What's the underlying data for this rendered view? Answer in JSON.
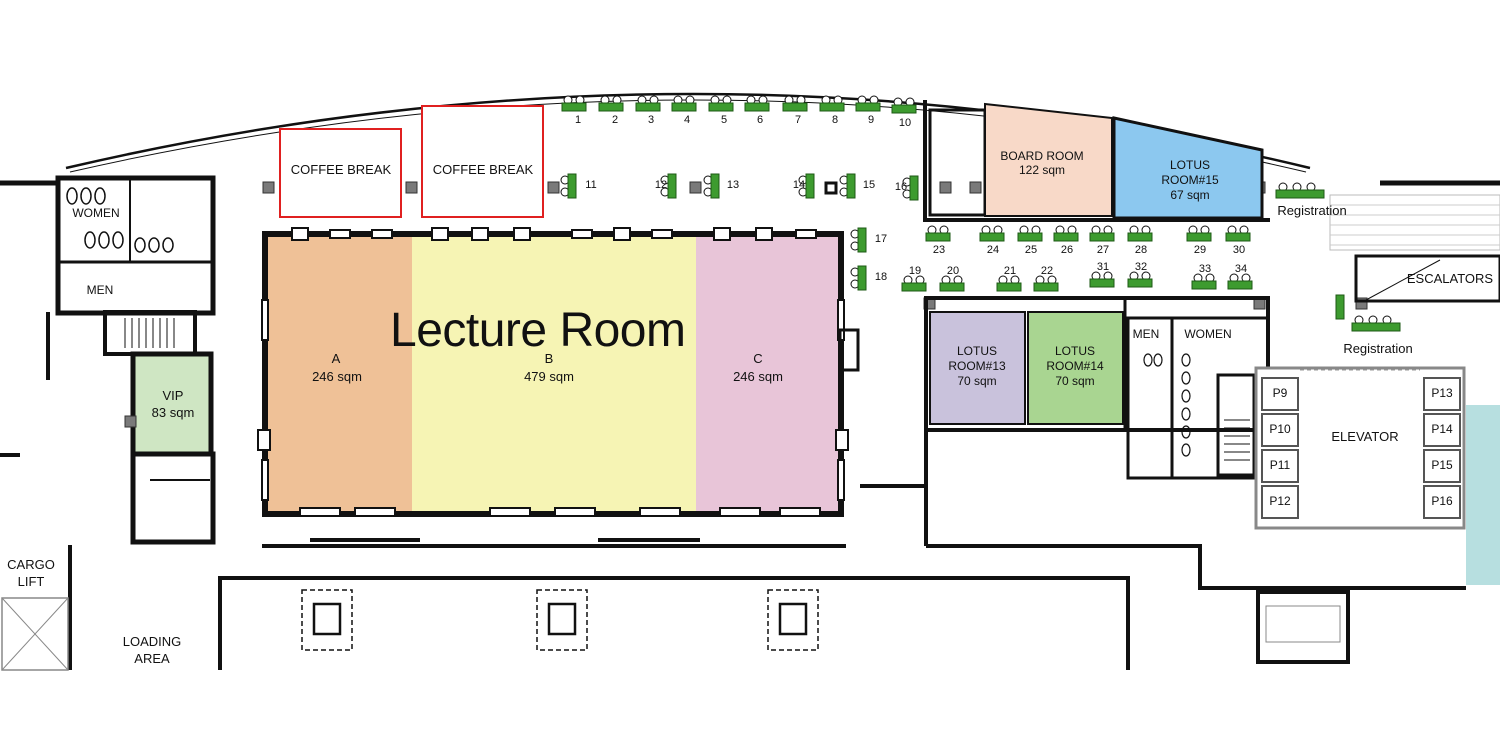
{
  "lecture_room": {
    "title": "Lecture Room",
    "sections": [
      {
        "id": "A",
        "label": "A",
        "area": "246 sqm",
        "color": "#efc197"
      },
      {
        "id": "B",
        "label": "B",
        "area": "479 sqm",
        "color": "#f6f4b4"
      },
      {
        "id": "C",
        "label": "C",
        "area": "246 sqm",
        "color": "#e8c5d8"
      }
    ]
  },
  "coffee_breaks": [
    {
      "label": "COFFEE BREAK"
    },
    {
      "label": "COFFEE BREAK"
    }
  ],
  "rooms": {
    "board_room": {
      "name": "BOARD ROOM",
      "area": "122 sqm",
      "color": "#f8d9c8"
    },
    "lotus15": {
      "name1": "LOTUS",
      "name2": "ROOM#15",
      "area": "67 sqm",
      "color": "#8cc8ef"
    },
    "lotus13": {
      "name1": "LOTUS",
      "name2": "ROOM#13",
      "area": "70 sqm",
      "color": "#c9c2dc"
    },
    "lotus14": {
      "name1": "LOTUS",
      "name2": "ROOM#14",
      "area": "70 sqm",
      "color": "#a9d591"
    },
    "vip": {
      "name": "VIP",
      "area": "83 sqm",
      "color": "#cfe6c3"
    }
  },
  "labels": {
    "women_left": "WOMEN",
    "men_left": "MEN",
    "men_right": "MEN",
    "women_right": "WOMEN",
    "escalators": "ESCALATORS",
    "elevator": "ELEVATOR",
    "registration_top": "Registration",
    "registration_bottom": "Registration",
    "cargo_1": "CARGO",
    "cargo_2": "LIFT",
    "loading_1": "LOADING",
    "loading_2": "AREA"
  },
  "elevator_cars": [
    "P9",
    "P10",
    "P11",
    "P12",
    "P13",
    "P14",
    "P15",
    "P16"
  ],
  "booths": [
    "1",
    "2",
    "3",
    "4",
    "5",
    "6",
    "7",
    "8",
    "9",
    "10",
    "11",
    "12",
    "13",
    "14",
    "15",
    "16",
    "17",
    "18",
    "19",
    "20",
    "21",
    "22",
    "23",
    "24",
    "25",
    "26",
    "27",
    "28",
    "29",
    "30",
    "31",
    "32",
    "33",
    "34"
  ],
  "colors": {
    "booth_green": "#3d9b2f",
    "wall": "#111111",
    "coffee_border": "#e02020",
    "pillar": "#7a7a7a",
    "elevator_side": "#b7dfe0"
  }
}
